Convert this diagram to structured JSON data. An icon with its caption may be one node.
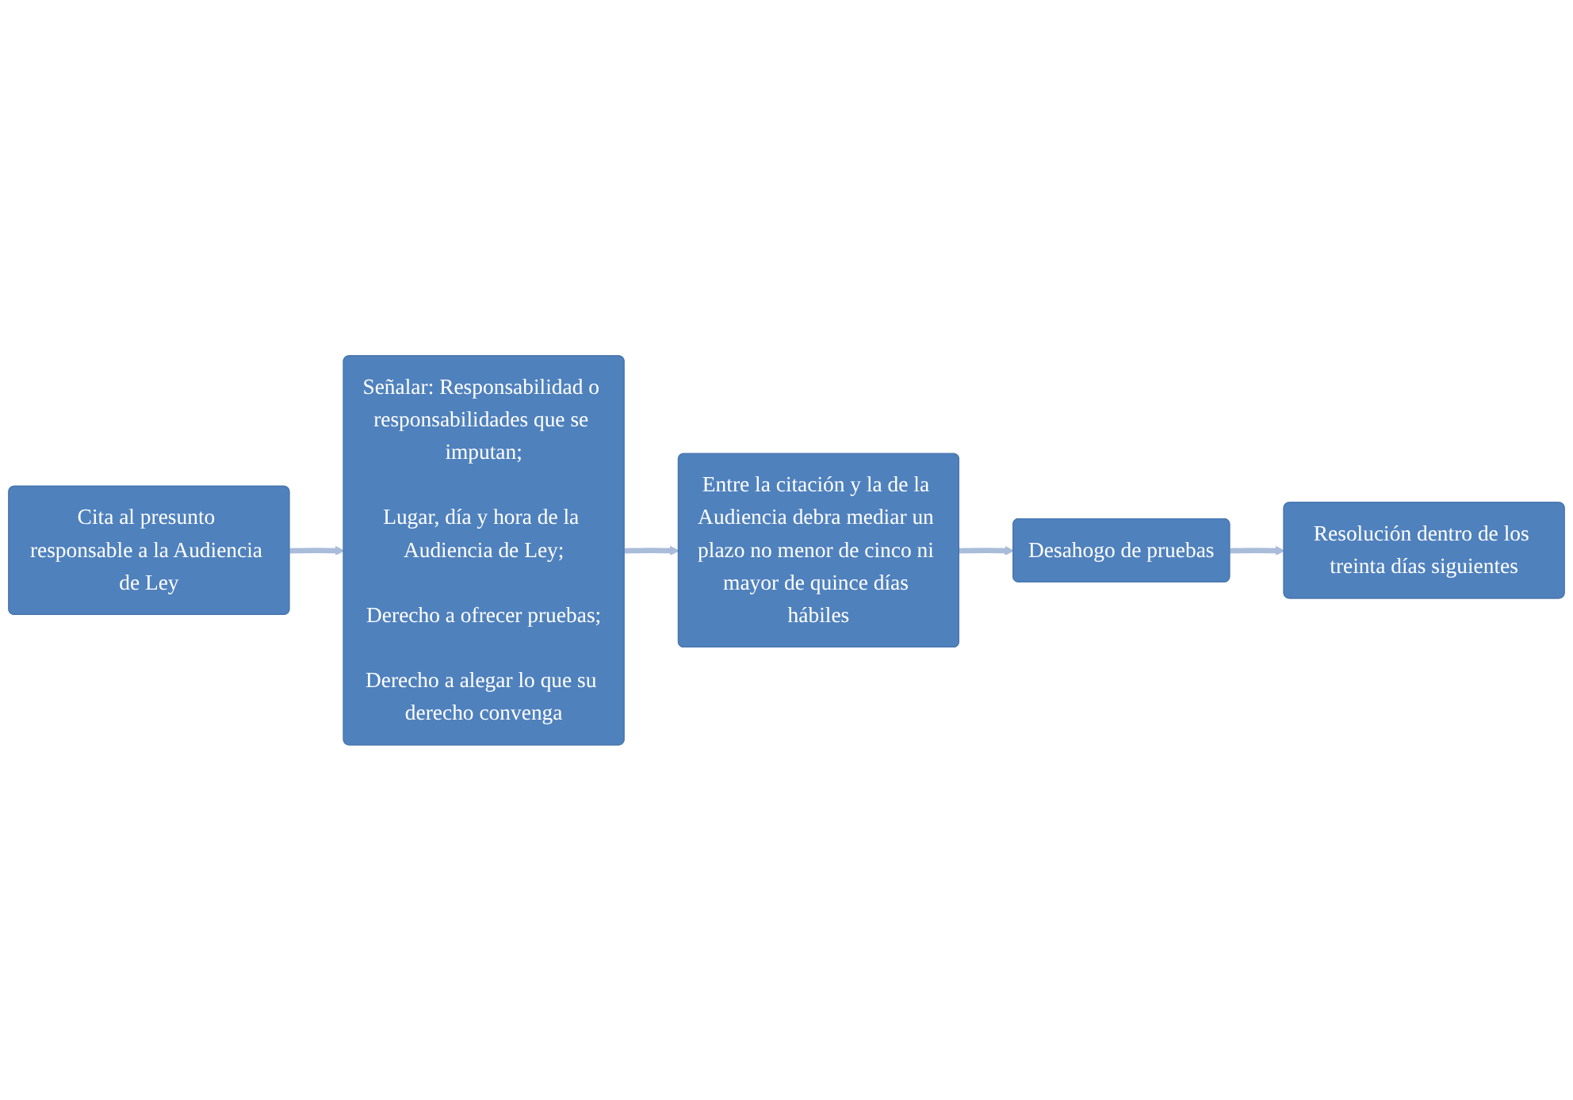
{
  "diagram": {
    "nodes": [
      {
        "text": [
          "Cita al presunto responsable a la Audiencia de Ley"
        ]
      },
      {
        "text": [
          "Señalar: Responsabilidad o responsabilidades que se imputan;",
          "Lugar, día y hora de la Audiencia de Ley;",
          "Derecho a ofrecer pruebas;",
          "Derecho a alegar lo que su derecho convenga"
        ]
      },
      {
        "text": [
          "Entre la citación y la de la Audiencia debra mediar un plazo no menor de cinco ni mayor de quince días hábiles"
        ]
      },
      {
        "text": [
          "Desahogo de pruebas"
        ]
      },
      {
        "text": [
          "Resolución dentro de los treinta días siguientes"
        ]
      }
    ],
    "edges": [
      {
        "from": 0,
        "to": 1,
        "arrow": "to"
      },
      {
        "from": 1,
        "to": 2,
        "arrow": "to"
      },
      {
        "from": 2,
        "to": 3,
        "arrow": "to"
      },
      {
        "from": 3,
        "to": 4,
        "arrow": "to"
      }
    ]
  }
}
